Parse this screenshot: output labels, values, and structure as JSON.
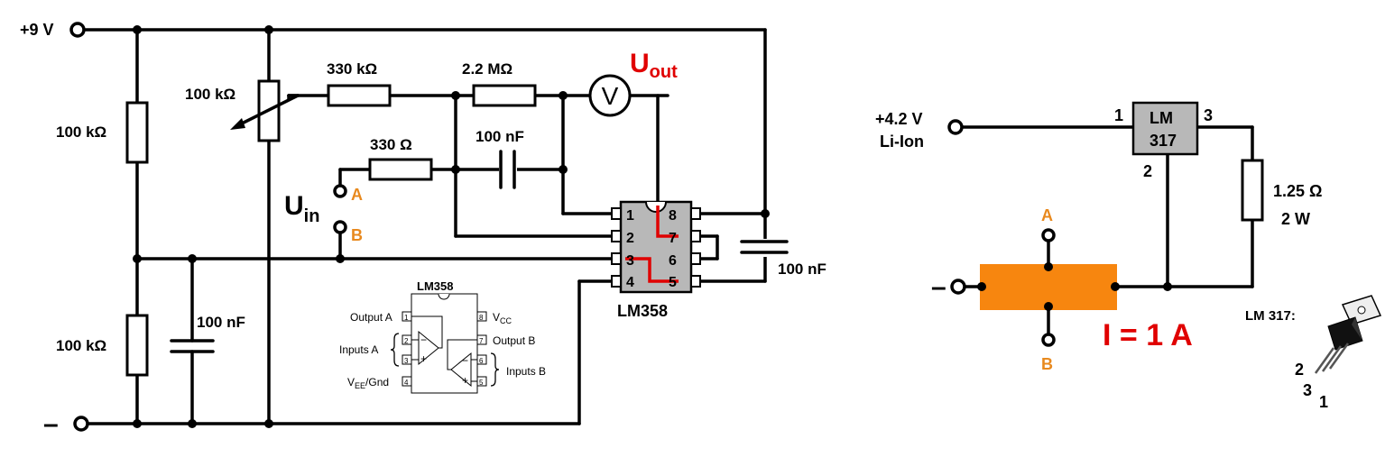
{
  "left_circuit": {
    "supply_pos": "+9 V",
    "supply_neg": "–",
    "r_div_top": "100 kΩ",
    "r_div_bottom": "100 kΩ",
    "pot": "100 kΩ",
    "r_330k": "330 kΩ",
    "r_2m2": "2.2 MΩ",
    "r_330": "330 Ω",
    "c_feedback": "100 nF",
    "c_div": "100 nF",
    "c_supply": "100 nF",
    "voltmeter": "V",
    "uout_main": "U",
    "uout_sub": "out",
    "uin_main": "U",
    "uin_sub": "in",
    "term_a": "A",
    "term_b": "B",
    "ic_label": "LM358",
    "ic_pins": [
      "1",
      "2",
      "3",
      "4",
      "5",
      "6",
      "7",
      "8"
    ]
  },
  "pinout": {
    "title": "LM358",
    "output_a": "Output A",
    "inputs_a": "Inputs A",
    "vee_main": "V",
    "vee_sub": "EE",
    "vee_suffix": "/Gnd",
    "vcc_main": "V",
    "vcc_sub": "CC",
    "output_b": "Output B",
    "inputs_b": "Inputs B",
    "pins": [
      "1",
      "2",
      "3",
      "4",
      "5",
      "6",
      "7",
      "8"
    ]
  },
  "right_circuit": {
    "supply": "+4.2 V",
    "battery": "Li-Ion",
    "reg_line1": "LM",
    "reg_line2": "317",
    "pin1": "1",
    "pin2": "2",
    "pin3": "3",
    "resistor": "1.25 Ω",
    "power": "2 W",
    "neg": "–",
    "term_a": "A",
    "term_b": "B",
    "current": "I = 1 A",
    "package_label": "LM 317:",
    "pkg_pin1": "1",
    "pkg_pin2": "2",
    "pkg_pin3": "3"
  },
  "colors": {
    "orange": "#f7860f",
    "red": "#e00000",
    "ic_gray": "#b8b8b8"
  }
}
